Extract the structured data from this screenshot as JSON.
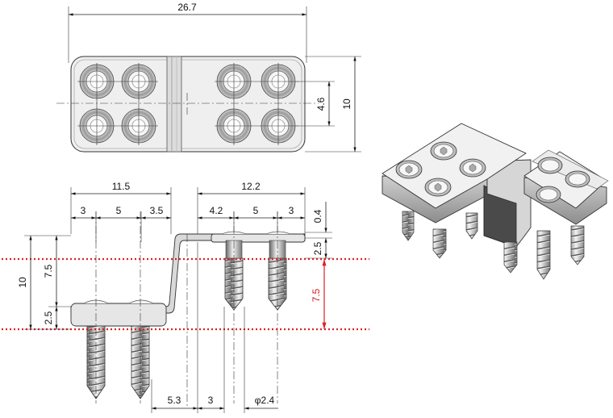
{
  "dimensions": {
    "overall_width": "26.7",
    "plate_width": "10",
    "hole_pitch_v": "4.6",
    "left_length": "11.5",
    "right_length": "12.2",
    "left_spacing": [
      "3",
      "5",
      "3.5"
    ],
    "right_spacing": [
      "4.2",
      "5",
      "3"
    ],
    "plate_thickness": "0.4",
    "upper_step": "2.5",
    "height_total": "10",
    "height_upper": "7.5",
    "height_lower": "2.5",
    "red_offset": "7.5",
    "bottom_offset_1": "5.3",
    "bottom_offset_2": "3",
    "screw_diameter": "φ2.4"
  },
  "colors": {
    "highlight": "#e01f26",
    "line": "#222222",
    "metal_light": "#efefef",
    "metal_dark": "#444444"
  }
}
